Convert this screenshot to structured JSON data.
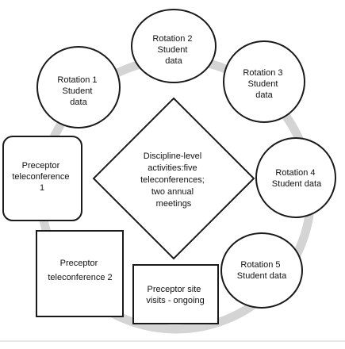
{
  "diagram": {
    "center": {
      "lines": [
        "Discipline-level",
        "activities:five",
        "teleconferences;",
        "two annual",
        "meetings"
      ]
    },
    "nodes": [
      {
        "id": "rotation-1",
        "lines": [
          "Rotation 1",
          "Student",
          "data"
        ]
      },
      {
        "id": "rotation-2",
        "lines": [
          "Rotation 2",
          "Student",
          "data"
        ]
      },
      {
        "id": "rotation-3",
        "lines": [
          "Rotation 3",
          "Student",
          "data"
        ]
      },
      {
        "id": "rotation-4",
        "lines": [
          "Rotation 4",
          "Student data"
        ]
      },
      {
        "id": "rotation-5",
        "lines": [
          "Rotation 5",
          "Student data"
        ]
      },
      {
        "id": "preceptor-site-visits",
        "lines": [
          "Preceptor site",
          "visits - ongoing"
        ]
      },
      {
        "id": "preceptor-teleconference-2",
        "lines": [
          "Preceptor",
          "teleconference 2"
        ]
      },
      {
        "id": "preceptor-teleconference-1",
        "lines": [
          "Preceptor",
          "teleconference",
          "1"
        ]
      }
    ]
  },
  "colors": {
    "ring": "#d4d4d4",
    "stroke": "#1a1a1a",
    "fill": "#ffffff",
    "text": "#111111",
    "bottom_rule": "#cfcfcf"
  }
}
